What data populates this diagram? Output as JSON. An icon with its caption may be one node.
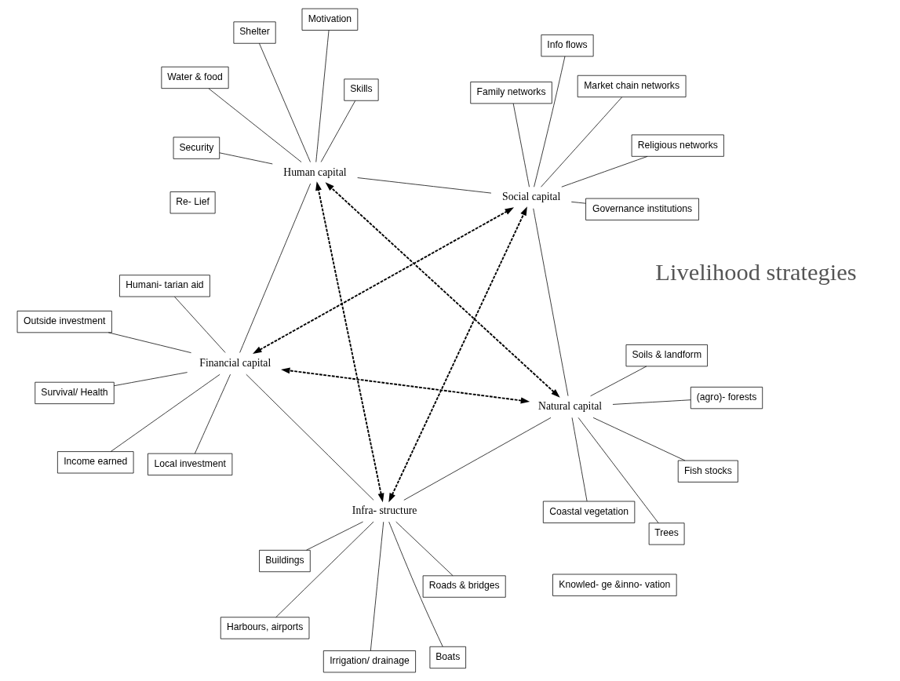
{
  "diagram": {
    "nodes": [
      {
        "text": [
          "Coastal vegetation"
        ]
      },
      {
        "text": [
          "Roads & bridges"
        ]
      },
      {
        "text": [
          "Irrigation/ drainage"
        ]
      },
      {
        "text": [
          "Outside investment"
        ]
      },
      {
        "text": [
          "Soils & landform"
        ]
      },
      {
        "text": [
          "Buildings"
        ]
      },
      {
        "text": [
          "Harbours, airports"
        ]
      },
      {
        "text": [
          "Local investment"
        ]
      },
      {
        "text": [
          "Infra- structure"
        ]
      },
      {
        "text": [
          "Boats"
        ]
      },
      {
        "text": [
          "Trees"
        ]
      },
      {
        "text": [
          "Income earned"
        ]
      },
      {
        "text": [
          "(agro)- forests"
        ]
      },
      {
        "text": [
          "Natural capital"
        ]
      },
      {
        "text": [
          "Humani- tarian aid"
        ]
      },
      {
        "text": [
          "Fish stocks"
        ]
      },
      {
        "text": [
          "Financial capital"
        ]
      },
      {
        "text": [
          "Survival/ Health"
        ]
      },
      {
        "text": [
          "Family networks"
        ]
      },
      {
        "text": [
          "Water & food"
        ]
      },
      {
        "text": [
          "Re- Lief"
        ]
      },
      {
        "text": [
          "Religious networks"
        ]
      },
      {
        "text": [
          "Social capital"
        ]
      },
      {
        "text": [
          "Shelter"
        ]
      },
      {
        "text": [
          "Human capital"
        ]
      },
      {
        "text": [
          "Market chain networks"
        ]
      },
      {
        "text": [
          "Skills"
        ]
      },
      {
        "text": [
          "Knowled- ge &inno- vation"
        ]
      },
      {
        "text": [
          "Governance institutions"
        ]
      },
      {
        "text": [
          "Info flows"
        ]
      },
      {
        "text": [
          "Security"
        ]
      },
      {
        "text": [
          "Motivation"
        ]
      }
    ],
    "edges": [
      {
        "from": 8,
        "to": 13,
        "arrow": "none"
      },
      {
        "from": 8,
        "to": 16,
        "arrow": "none"
      },
      {
        "from": 13,
        "to": 22,
        "arrow": "none"
      },
      {
        "from": 22,
        "to": 24,
        "arrow": "none"
      },
      {
        "from": 24,
        "to": 16,
        "arrow": "none"
      },
      {
        "from": 8,
        "to": 22,
        "arrow": "both",
        "style": "dashed"
      },
      {
        "from": 8,
        "to": 24,
        "arrow": "both",
        "style": "dashed"
      },
      {
        "from": 13,
        "to": 16,
        "arrow": "both",
        "style": "dashed"
      },
      {
        "from": 13,
        "to": 24,
        "arrow": "both",
        "style": "dashed"
      },
      {
        "from": 16,
        "to": 22,
        "arrow": "both",
        "style": "dashed"
      },
      {
        "from": 0,
        "to": 13,
        "arrow": "none"
      },
      {
        "from": 4,
        "to": 13,
        "arrow": "none"
      },
      {
        "from": 10,
        "to": 13,
        "arrow": "none"
      },
      {
        "from": 12,
        "to": 13,
        "arrow": "none"
      },
      {
        "from": 15,
        "to": 13,
        "arrow": "none"
      },
      {
        "from": 1,
        "to": 8,
        "arrow": "none"
      },
      {
        "from": 2,
        "to": 8,
        "arrow": "none"
      },
      {
        "from": 5,
        "to": 8,
        "arrow": "none"
      },
      {
        "from": 6,
        "to": 8,
        "arrow": "none"
      },
      {
        "from": 9,
        "to": 8,
        "arrow": "none"
      },
      {
        "from": 3,
        "to": 16,
        "arrow": "none"
      },
      {
        "from": 7,
        "to": 16,
        "arrow": "none"
      },
      {
        "from": 11,
        "to": 16,
        "arrow": "none"
      },
      {
        "from": 14,
        "to": 16,
        "arrow": "none"
      },
      {
        "from": 17,
        "to": 16,
        "arrow": "none"
      },
      {
        "from": 18,
        "to": 22,
        "arrow": "none"
      },
      {
        "from": 21,
        "to": 22,
        "arrow": "none"
      },
      {
        "from": 25,
        "to": 22,
        "arrow": "none"
      },
      {
        "from": 28,
        "to": 22,
        "arrow": "none"
      },
      {
        "from": 29,
        "to": 22,
        "arrow": "none"
      },
      {
        "from": 19,
        "to": 24,
        "arrow": "none"
      },
      {
        "from": 23,
        "to": 24,
        "arrow": "none"
      },
      {
        "from": 26,
        "to": 24,
        "arrow": "none"
      },
      {
        "from": 30,
        "to": 24,
        "arrow": "none"
      },
      {
        "from": 31,
        "to": 24,
        "arrow": "none"
      }
    ],
    "labels": [
      "Livelihood strategies"
    ]
  }
}
